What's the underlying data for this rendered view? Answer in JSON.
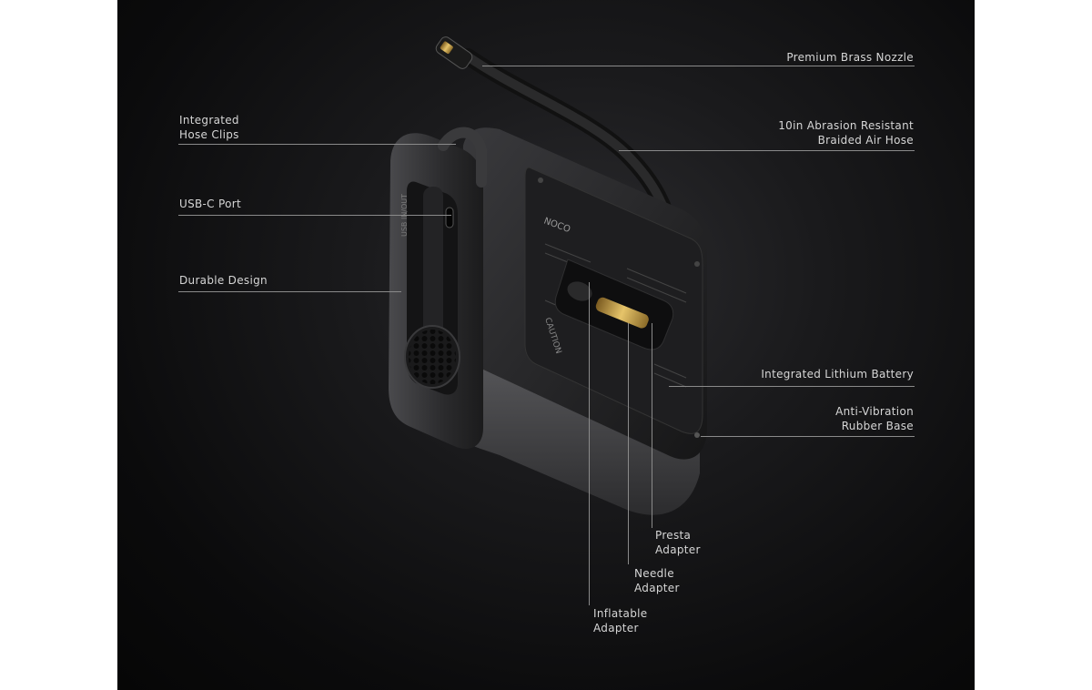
{
  "callouts": {
    "brass_nozzle": "Premium Brass Nozzle",
    "air_hose": "10in Abrasion Resistant\nBraided Air Hose",
    "hose_clips": "Integrated\nHose Clips",
    "usb_port": "USB-C Port",
    "durable_design": "Durable Design",
    "lithium_battery": "Integrated Lithium Battery",
    "rubber_base": "Anti-Vibration\nRubber Base",
    "presta_adapter": "Presta\nAdapter",
    "needle_adapter": "Needle\nAdapter",
    "inflatable_adapter": "Inflatable\nAdapter"
  },
  "device": {
    "brand_mark": "NOCO",
    "side_label": "USB IN/OUT",
    "caution": "CAUTION"
  },
  "colors": {
    "background": "#0b0b0c",
    "body": "#2a2a2c",
    "line": "#8a8a8a",
    "text": "#d6d6d6",
    "brass": "#c9a24a"
  }
}
